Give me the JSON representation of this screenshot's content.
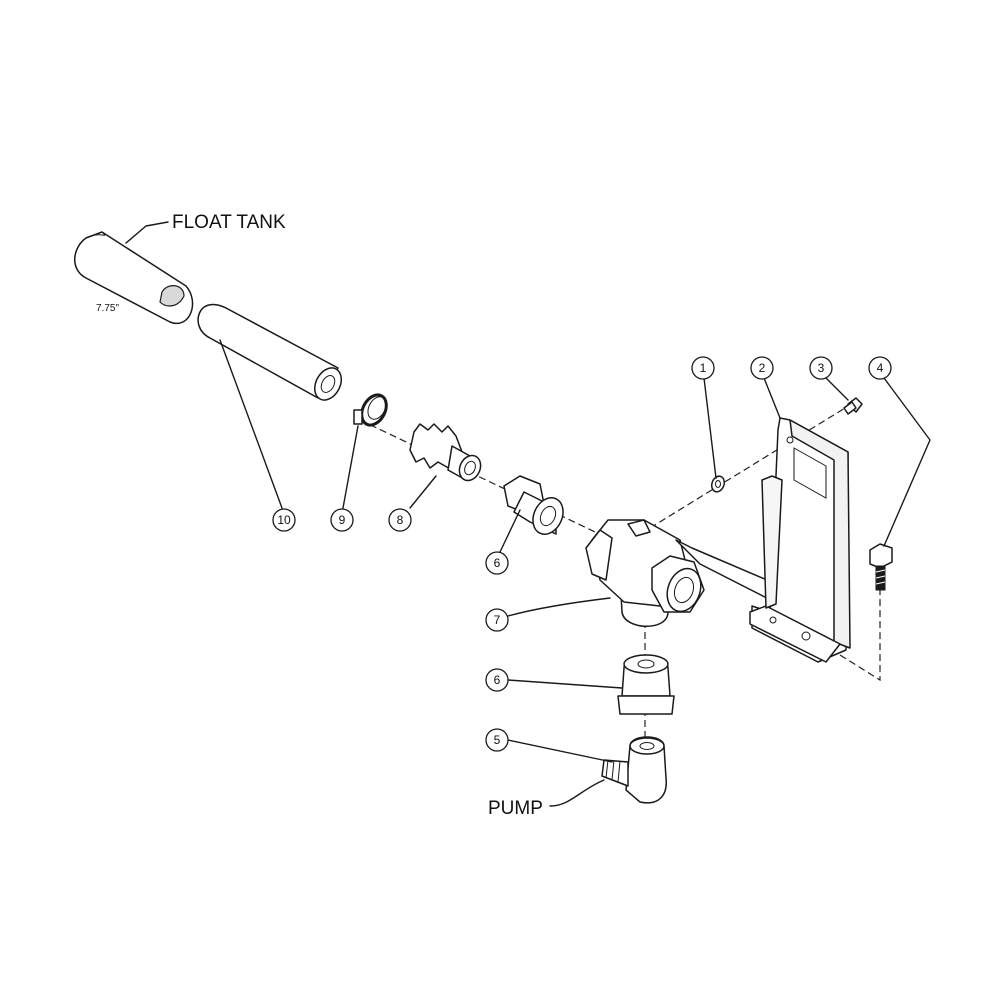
{
  "labels": {
    "float_tank": "FLOAT TANK",
    "pump": "PUMP",
    "dimension": "7.75\""
  },
  "callouts": {
    "c1": "1",
    "c2": "2",
    "c3": "3",
    "c4": "4",
    "c5": "5",
    "c6a": "6",
    "c6b": "6",
    "c7": "7",
    "c8": "8",
    "c9": "9",
    "c10": "10"
  }
}
